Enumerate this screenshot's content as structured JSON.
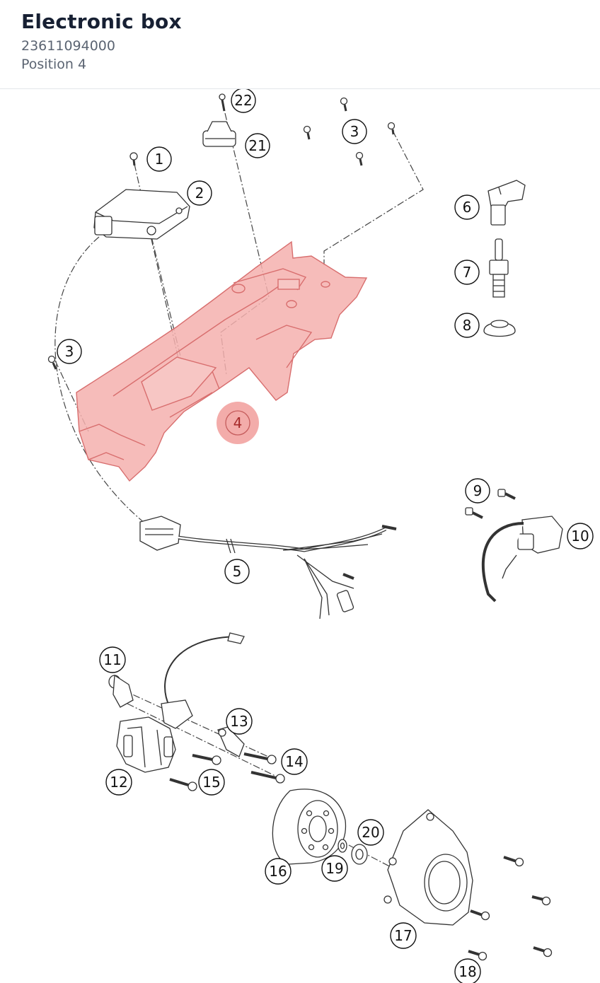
{
  "header": {
    "title": "Electronic box",
    "part_number": "23611094000",
    "position": "Position 4"
  },
  "colors": {
    "highlight_fill": "#f0a0a0",
    "highlight_stroke": "#e8807f",
    "line": "#333333"
  },
  "selected_callout": "4",
  "callouts": [
    "1",
    "2",
    "3",
    "3",
    "4",
    "5",
    "6",
    "7",
    "8",
    "9",
    "10",
    "11",
    "12",
    "13",
    "14",
    "15",
    "16",
    "17",
    "18",
    "19",
    "20",
    "21",
    "22"
  ]
}
